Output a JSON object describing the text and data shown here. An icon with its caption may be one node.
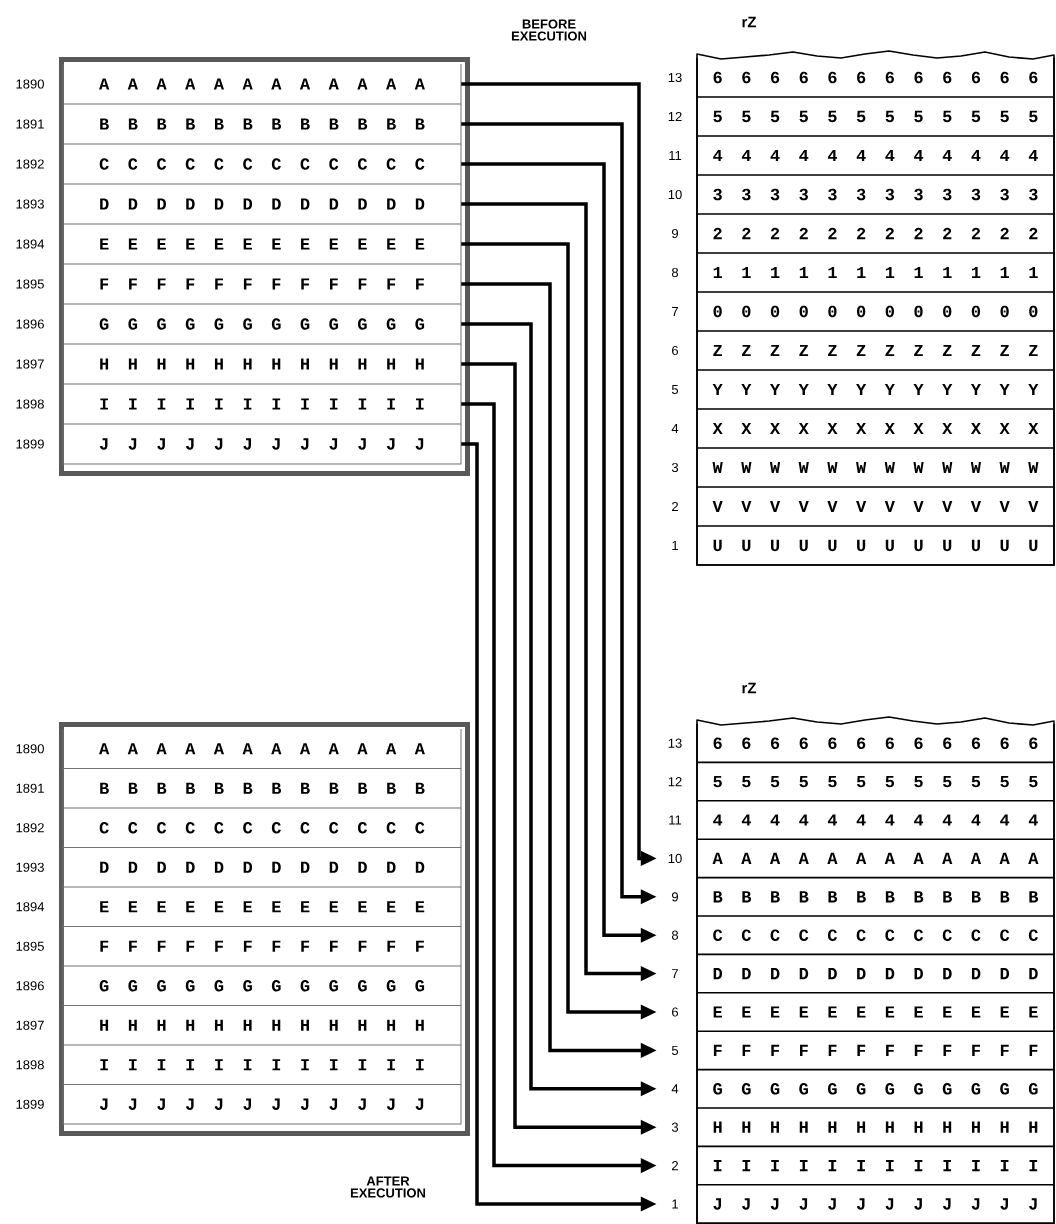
{
  "diagram": {
    "nodes": [
      {
        "text": [],
        "shape": "box"
      },
      {
        "text": [
          "A A A A A A A A A A A A"
        ],
        "beside": [
          "1890"
        ],
        "in": 0
      },
      {
        "text": [
          "B B B B B B B B B B B B"
        ],
        "beside": [
          "1891"
        ],
        "in": 0
      },
      {
        "text": [
          "C C C C C C C C C C C C"
        ],
        "beside": [
          "1892"
        ],
        "in": 0
      },
      {
        "text": [
          "D D D D D D D D D D D D"
        ],
        "beside": [
          "1893"
        ],
        "in": 0
      },
      {
        "text": [
          "E E E E E E E E E E E E"
        ],
        "beside": [
          "1894"
        ],
        "in": 0
      },
      {
        "text": [
          "F F F F F F F F F F F F"
        ],
        "beside": [
          "1895"
        ],
        "in": 0
      },
      {
        "text": [
          "G G G G G G G G G G G G"
        ],
        "beside": [
          "1896"
        ],
        "in": 0
      },
      {
        "text": [
          "H H H H H H H H H H H H"
        ],
        "beside": [
          "1897"
        ],
        "in": 0
      },
      {
        "text": [
          "I I I I I I I I I I I I"
        ],
        "beside": [
          "1898"
        ],
        "in": 0
      },
      {
        "text": [
          "J J J J J J J J J J J J"
        ],
        "beside": [
          "1899"
        ],
        "in": 0
      },
      {
        "text": [
          "rZ"
        ]
      },
      {
        "text": [
          "6 6 6 6 6 6 6 6 6 6 6 6"
        ],
        "beside": [
          "13"
        ],
        "in": 11
      },
      {
        "text": [
          "5 5 5 5 5 5 5 5 5 5 5 5"
        ],
        "beside": [
          "12"
        ],
        "in": 11
      },
      {
        "text": [
          "4 4 4 4 4 4 4 4 4 4 4 4"
        ],
        "beside": [
          "11"
        ],
        "in": 11
      },
      {
        "text": [
          "3 3 3 3 3 3 3 3 3 3 3 3"
        ],
        "beside": [
          "10"
        ],
        "in": 11
      },
      {
        "text": [
          "2 2 2 2 2 2 2 2 2 2 2 2"
        ],
        "beside": [
          "9"
        ],
        "in": 11
      },
      {
        "text": [
          "1 1 1 1 1 1 1 1 1 1 1 1"
        ],
        "beside": [
          "8"
        ],
        "in": 11
      },
      {
        "text": [
          "0 0 0 0 0 0 0 0 0 0 0 0"
        ],
        "beside": [
          "7"
        ],
        "in": 11
      },
      {
        "text": [
          "Z Z Z Z Z Z Z Z Z Z Z Z"
        ],
        "beside": [
          "6"
        ],
        "in": 11
      },
      {
        "text": [
          "Y Y Y Y Y Y Y Y Y Y Y Y"
        ],
        "beside": [
          "5"
        ],
        "in": 11
      },
      {
        "text": [
          "X X X X X X X X X X X X"
        ],
        "beside": [
          "4"
        ],
        "in": 11
      },
      {
        "text": [
          "W W W W W W W W W W W W"
        ],
        "beside": [
          "3"
        ],
        "in": 11
      },
      {
        "text": [
          "V V V V V V V V V V V V"
        ],
        "beside": [
          "2"
        ],
        "in": 11
      },
      {
        "text": [
          "U U U U U U U U U U U U"
        ],
        "beside": [
          "1"
        ],
        "in": 11
      },
      {
        "text": [],
        "shape": "box"
      },
      {
        "text": [
          "A A A A A A A A A A A A"
        ],
        "beside": [
          "1890"
        ],
        "in": 25
      },
      {
        "text": [
          "B B B B B B B B B B B B"
        ],
        "beside": [
          "1891"
        ],
        "in": 25
      },
      {
        "text": [
          "C C C C C C C C C C C C"
        ],
        "beside": [
          "1892"
        ],
        "in": 25
      },
      {
        "text": [
          "D D D D D D D D D D D D"
        ],
        "beside": [
          "1993"
        ],
        "in": 25
      },
      {
        "text": [
          "E E E E E E E E E E E E"
        ],
        "beside": [
          "1894"
        ],
        "in": 25
      },
      {
        "text": [
          "F F F F F F F F F F F F"
        ],
        "beside": [
          "1895"
        ],
        "in": 25
      },
      {
        "text": [
          "G G G G G G G G G G G G"
        ],
        "beside": [
          "1896"
        ],
        "in": 25
      },
      {
        "text": [
          "H H H H H H H H H H H H"
        ],
        "beside": [
          "1897"
        ],
        "in": 25
      },
      {
        "text": [
          "I I I I I I I I I I I I"
        ],
        "beside": [
          "1898"
        ],
        "in": 25
      },
      {
        "text": [
          "J J J J J J J J J J J J"
        ],
        "beside": [
          "1899"
        ],
        "in": 25
      },
      {
        "text": [
          "rZ"
        ]
      },
      {
        "text": [
          "6 6 6 6 6 6 6 6 6 6 6 6"
        ],
        "beside": [
          "13"
        ],
        "in": 36
      },
      {
        "text": [
          "5 5 5 5 5 5 5 5 5 5 5 5"
        ],
        "beside": [
          "12"
        ],
        "in": 36
      },
      {
        "text": [
          "4 4 4 4 4 4 4 4 4 4 4 4"
        ],
        "beside": [
          "11"
        ],
        "in": 36
      },
      {
        "text": [
          "A A A A A A A A A A A A"
        ],
        "beside": [
          "10"
        ],
        "in": 36
      },
      {
        "text": [
          "B B B B B B B B B B B B"
        ],
        "beside": [
          "9"
        ],
        "in": 36
      },
      {
        "text": [
          "C C C C C C C C C C C C"
        ],
        "beside": [
          "8"
        ],
        "in": 36
      },
      {
        "text": [
          "D D D D D D D D D D D D"
        ],
        "beside": [
          "7"
        ],
        "in": 36
      },
      {
        "text": [
          "E E E E E E E E E E E E"
        ],
        "beside": [
          "6"
        ],
        "in": 36
      },
      {
        "text": [
          "F F F F F F F F F F F F"
        ],
        "beside": [
          "5"
        ],
        "in": 36
      },
      {
        "text": [
          "G G G G G G G G G G G G"
        ],
        "beside": [
          "4"
        ],
        "in": 36
      },
      {
        "text": [
          "H H H H H H H H H H H H"
        ],
        "beside": [
          "3"
        ],
        "in": 36
      },
      {
        "text": [
          "I I I I I I I I I I I I"
        ],
        "beside": [
          "2"
        ],
        "in": 36
      },
      {
        "text": [
          "J J J J J J J J J J J J"
        ],
        "beside": [
          "1"
        ],
        "in": 36
      }
    ],
    "edges": [
      {
        "from": 1,
        "to": 40,
        "arrow": "to"
      },
      {
        "from": 2,
        "to": 41,
        "arrow": "to"
      },
      {
        "from": 3,
        "to": 42,
        "arrow": "to"
      },
      {
        "from": 4,
        "to": 43,
        "arrow": "to"
      },
      {
        "from": 5,
        "to": 44,
        "arrow": "to"
      },
      {
        "from": 6,
        "to": 45,
        "arrow": "to"
      },
      {
        "from": 7,
        "to": 46,
        "arrow": "to"
      },
      {
        "from": 8,
        "to": 47,
        "arrow": "to"
      },
      {
        "from": 9,
        "to": 48,
        "arrow": "to"
      },
      {
        "from": 10,
        "to": 49,
        "arrow": "to"
      }
    ],
    "labels": [
      "BEFORE EXECUTION",
      "AFTER EXECUTION"
    ]
  }
}
